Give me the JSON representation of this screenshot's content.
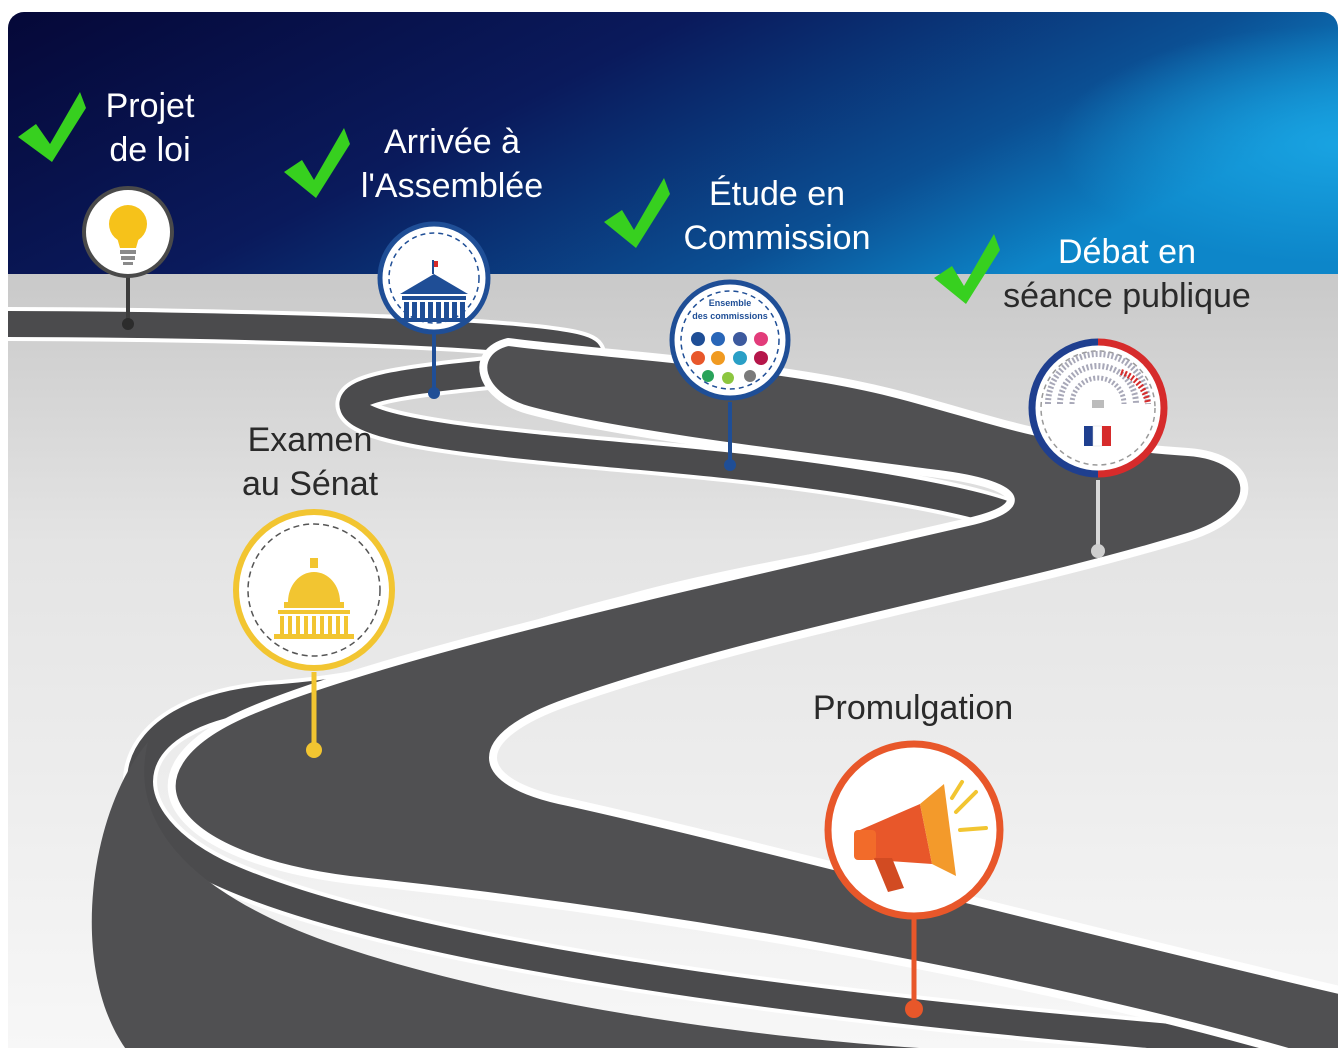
{
  "colors": {
    "sky_dark": "#070b3f",
    "sky_light": "#0d86c9",
    "road": "#4a4a4c",
    "ground": "#e6e6e6",
    "check": "#37d01f",
    "assemblee_blue": "#1f4e96",
    "senat_yellow": "#f2c531",
    "promulgation_orange": "#e8572a",
    "flag_blue": "#1f3f8f",
    "flag_red": "#d62b2b"
  },
  "steps": [
    {
      "id": "projet-de-loi",
      "lines": [
        "Projet",
        "de loi"
      ],
      "checked": true,
      "icon": "lightbulb-icon"
    },
    {
      "id": "arrivee-assemblee",
      "lines": [
        "Arrivée à",
        "l'Assemblée"
      ],
      "checked": true,
      "icon": "assemblee-building-icon"
    },
    {
      "id": "etude-commission",
      "lines": [
        "Étude en",
        "Commission"
      ],
      "checked": true,
      "icon": "commissions-dots-icon",
      "badge_lines": [
        "Ensemble",
        "des commissions"
      ]
    },
    {
      "id": "debat-seance",
      "lines": [
        "Débat en",
        "séance publique"
      ],
      "checked": true,
      "icon": "hemicycle-flag-icon"
    },
    {
      "id": "examen-senat",
      "lines": [
        "Examen",
        "au Sénat"
      ],
      "checked": false,
      "icon": "senat-dome-icon"
    },
    {
      "id": "promulgation",
      "lines": [
        "Promulgation"
      ],
      "checked": false,
      "icon": "megaphone-icon"
    }
  ]
}
